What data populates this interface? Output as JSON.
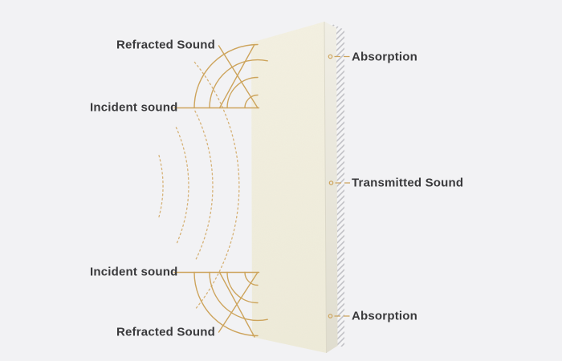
{
  "labels": {
    "refracted_top": "Refracted Sound",
    "incident_top": "Incident sound",
    "incident_bottom": "Incident sound",
    "refracted_bottom": "Refracted Sound",
    "absorption_top": "Absorption",
    "transmitted": "Transmitted Sound",
    "absorption_bottom": "Absorption"
  },
  "colors": {
    "bg": "#f2f2f4",
    "ink": "#3a3a3c",
    "gold": "#cda45c",
    "gold_soft": "#d6b277",
    "panel_front": "#eeebd9",
    "panel_front_tint": "#f4f1e2",
    "panel_side": "#f0eee5",
    "panel_side_deep": "#e0ddcf",
    "hatch_bg": "#f5f5f6",
    "hatch_line": "#bdbdc2"
  }
}
